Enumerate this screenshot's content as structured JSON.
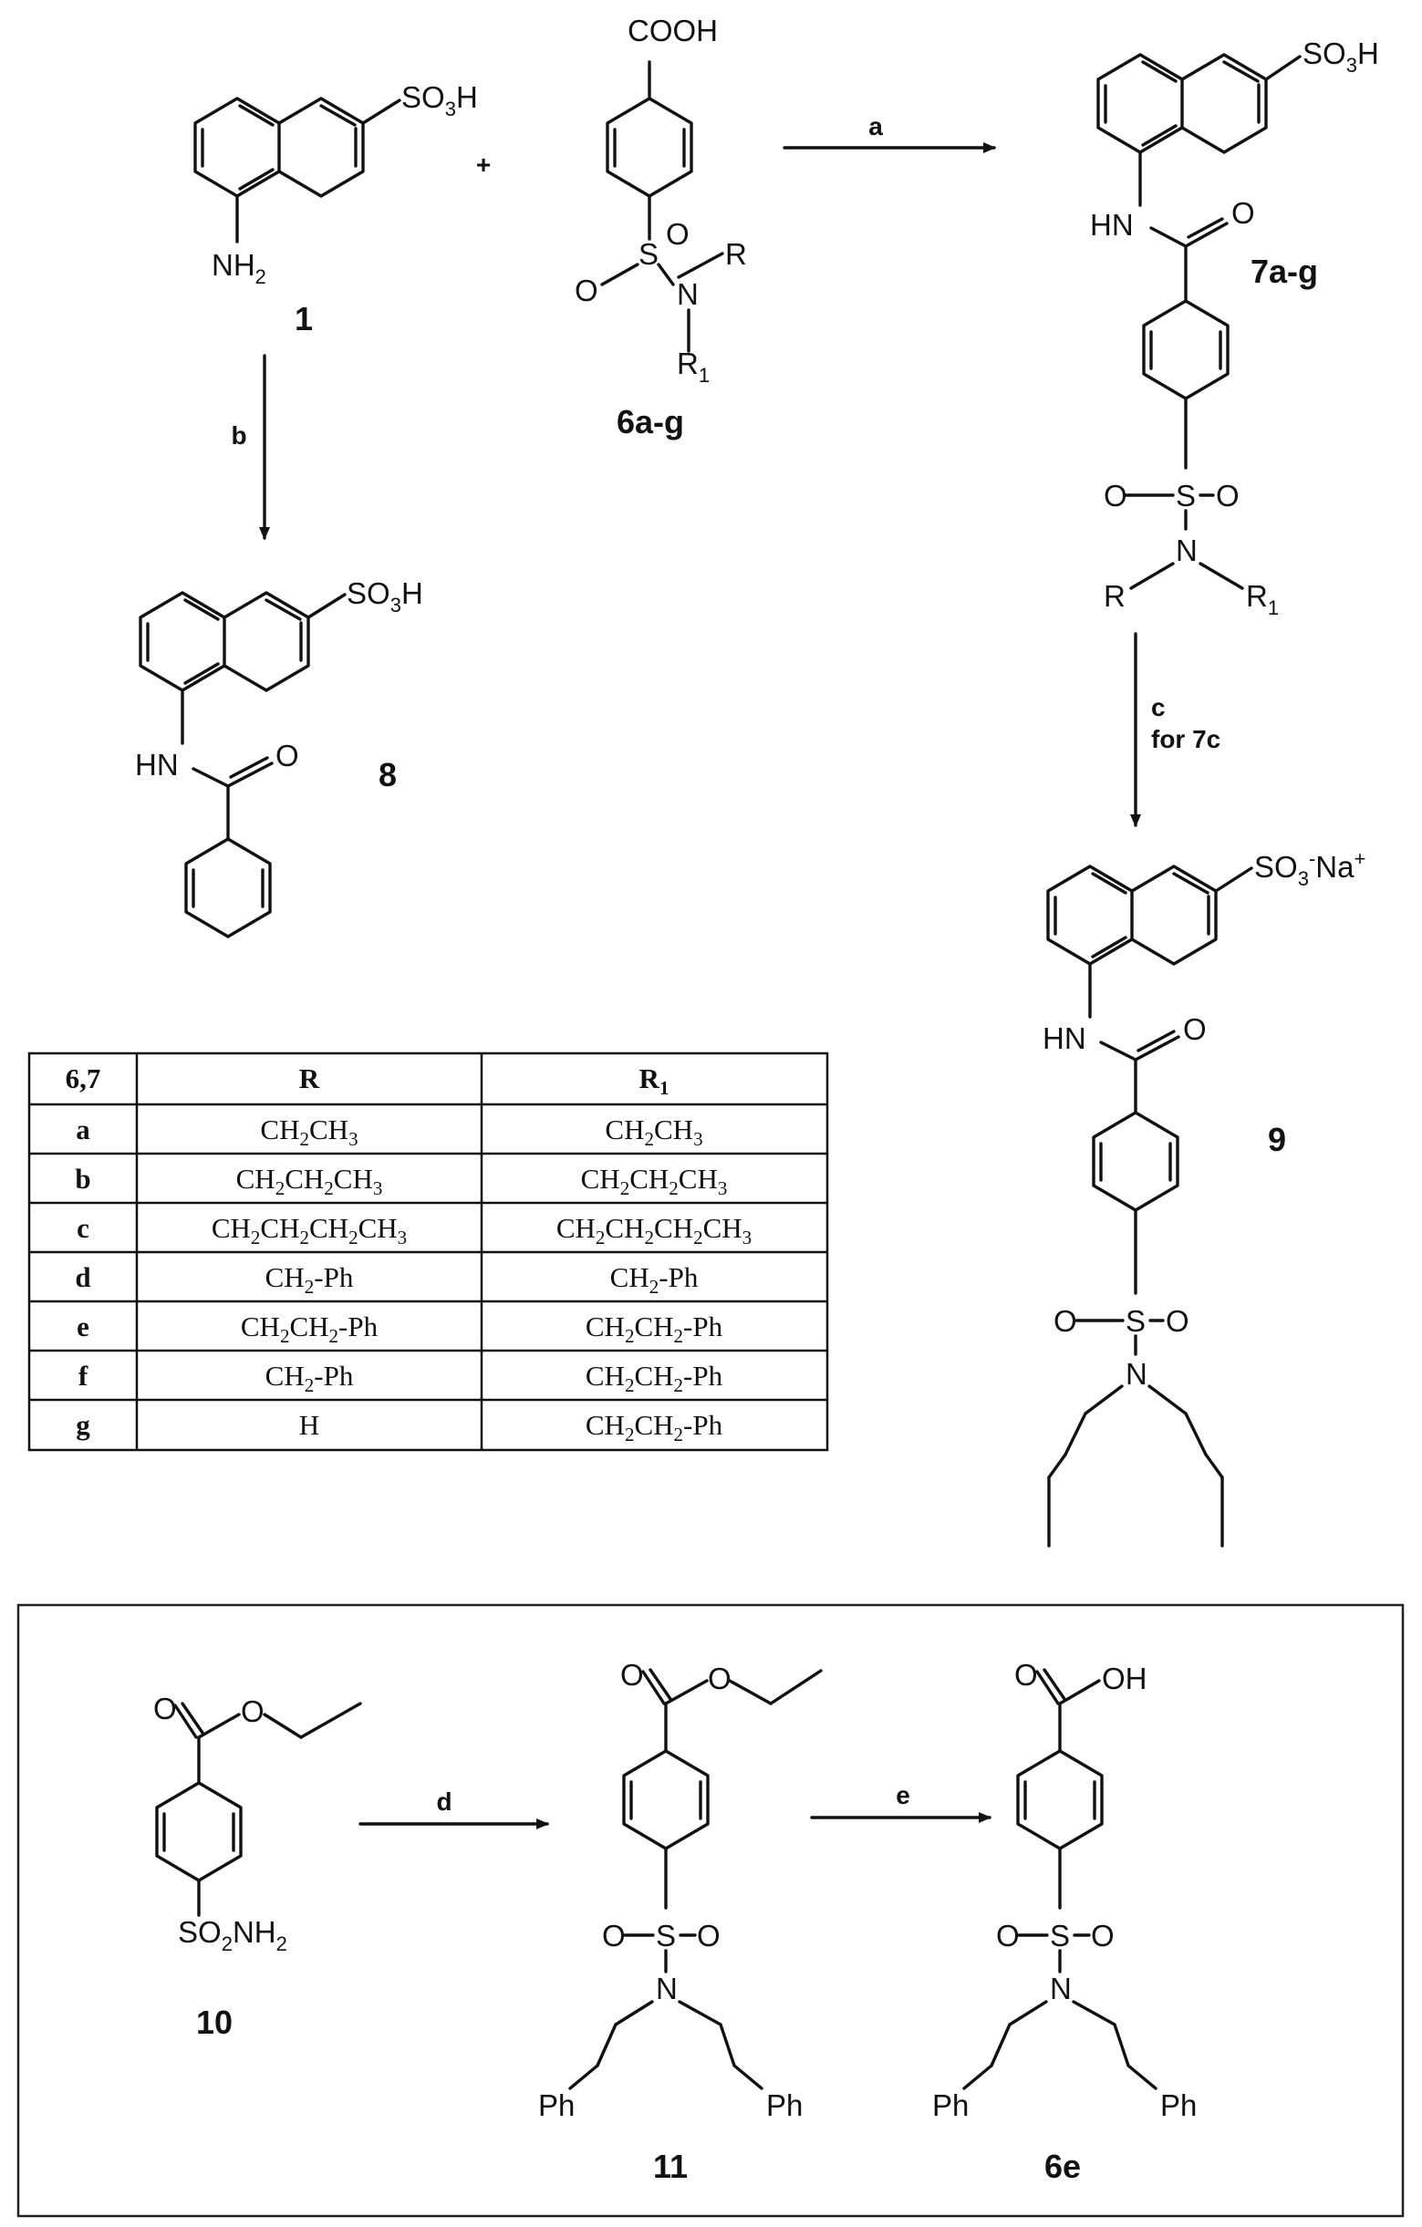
{
  "compounds": {
    "c1": "1",
    "c6": "6a-g",
    "c7": "7a-g",
    "c8": "8",
    "c9": "9",
    "c10": "10",
    "c11": "11",
    "c6e": "6e"
  },
  "conditions": {
    "a": "a",
    "b": "b",
    "c_line1": "c",
    "c_line2": "for 7c",
    "d": "d",
    "e": "e"
  },
  "plus": "+",
  "table": {
    "headers": [
      "6,7",
      "R",
      "R1"
    ],
    "rows": [
      [
        "a",
        "CH2CH3",
        "CH2CH3"
      ],
      [
        "b",
        "CH2CH2CH3",
        "CH2CH2CH3"
      ],
      [
        "c",
        "CH2CH2CH2CH3",
        "CH2CH2CH2CH3"
      ],
      [
        "d",
        "CH2-Ph",
        "CH2-Ph"
      ],
      [
        "e",
        "CH2CH2-Ph",
        "CH2CH2-Ph"
      ],
      [
        "f",
        "CH2-Ph",
        "CH2CH2-Ph"
      ],
      [
        "g",
        "H",
        "CH2CH2-Ph"
      ]
    ]
  }
}
